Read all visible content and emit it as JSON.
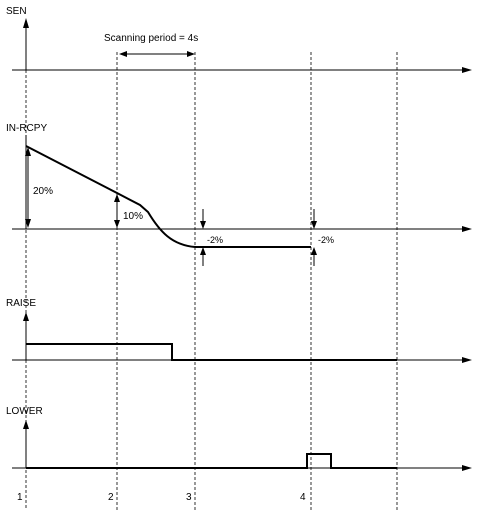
{
  "channels": {
    "sen": "SEN",
    "in_rcpy": "IN-RCPY",
    "raise": "RAISE",
    "lower": "LOWER"
  },
  "annotations": {
    "scanning_period": "Scanning period = 4s",
    "delta_20": "20%",
    "delta_10": "10%",
    "delta_neg2_a": "-2%",
    "delta_neg2_b": "-2%"
  },
  "time_markers": [
    "1",
    "2",
    "3",
    "4"
  ]
}
